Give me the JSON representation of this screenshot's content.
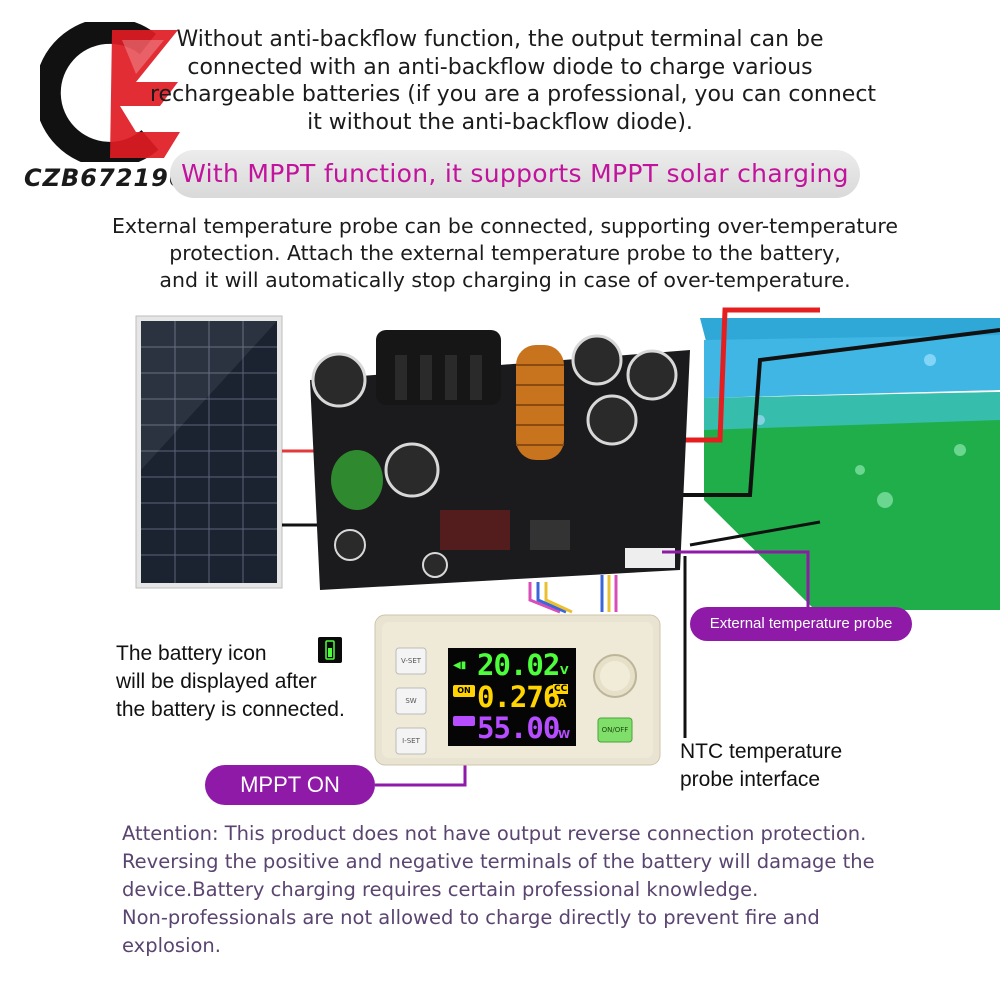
{
  "logo": {
    "brand_text": "CZB6721960"
  },
  "intro": {
    "lines": [
      "Without anti-backflow function, the output terminal can be",
      "connected with an anti-backflow diode to charge various",
      "rechargeable batteries (if you are a professional, you can connect",
      "it without the anti-backflow diode)."
    ]
  },
  "mppt_banner": "With MPPT function, it supports MPPT solar charging",
  "temperature": {
    "lines": [
      "External temperature probe can be connected, supporting over-temperature",
      "protection. Attach the external temperature probe to the battery,",
      "and it will automatically stop charging in case of over-temperature."
    ]
  },
  "callouts": {
    "battery_icon": [
      "The battery icon",
      "will be displayed after",
      "the battery is connected."
    ],
    "external_probe": "External temperature probe",
    "ntc": [
      "NTC temperature",
      "probe interface"
    ],
    "mppt_on": "MPPT ON"
  },
  "module": {
    "buttons": [
      "V-SET",
      "SW",
      "I-SET"
    ],
    "onoff": "ON/OFF",
    "voltage": "20.02",
    "voltage_unit": "V",
    "current": "0.276",
    "current_unit": "A",
    "cc_badge": "CC",
    "power": "55.00",
    "power_unit": "W",
    "on_badge": "ON"
  },
  "attention": {
    "lines": [
      "Attention: This product does not have output reverse connection protection.",
      "Reversing the positive and negative terminals of the battery will damage the",
      "device.Battery charging requires certain professional knowledge.",
      "Non-professionals are not allowed to charge directly to prevent fire and",
      "explosion."
    ]
  },
  "colors": {
    "accent_purple": "#8e1aa7",
    "banner_text": "#c2139c",
    "voltage_green": "#4dff3a",
    "current_yellow": "#ffd400",
    "power_purple": "#b64dff"
  }
}
